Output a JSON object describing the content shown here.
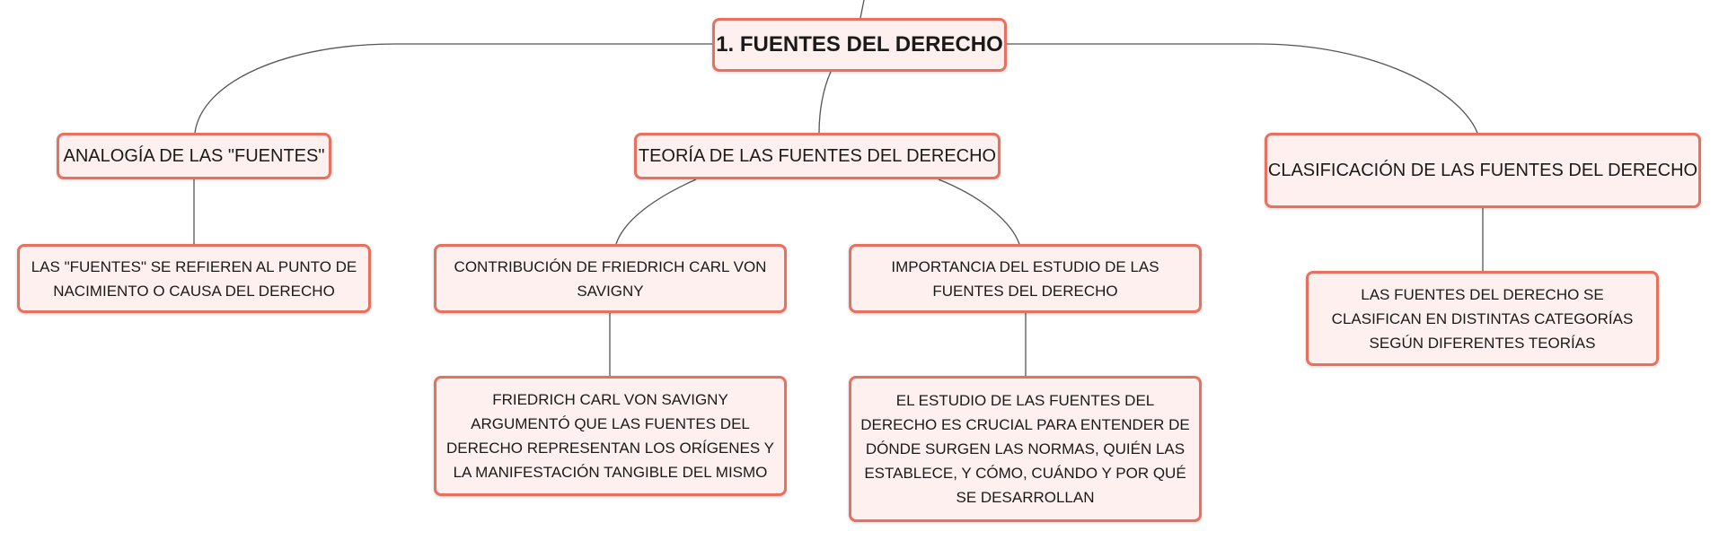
{
  "root": {
    "label": "1. FUENTES DEL DERECHO"
  },
  "branches": {
    "analogia": {
      "label": "ANALOGÍA DE LAS \"FUENTES\"",
      "detail": "LAS \"FUENTES\" SE REFIEREN AL PUNTO DE NACIMIENTO O CAUSA DEL DERECHO"
    },
    "teoria": {
      "label": "TEORÍA DE LAS FUENTES DEL DERECHO",
      "children": {
        "savigny": {
          "label": "CONTRIBUCIÓN DE FRIEDRICH CARL VON SAVIGNY",
          "detail": "FRIEDRICH CARL VON SAVIGNY ARGUMENTÓ QUE LAS FUENTES DEL DERECHO REPRESENTAN LOS ORÍGENES Y LA MANIFESTACIÓN TANGIBLE DEL MISMO"
        },
        "importancia": {
          "label": "IMPORTANCIA DEL ESTUDIO DE LAS FUENTES DEL DERECHO",
          "detail": "EL ESTUDIO DE LAS FUENTES DEL DERECHO ES CRUCIAL PARA ENTENDER DE DÓNDE SURGEN LAS NORMAS, QUIÉN LAS ESTABLECE, Y CÓMO, CUÁNDO Y POR QUÉ SE DESARROLLAN"
        }
      }
    },
    "clasificacion": {
      "label": "CLASIFICACIÓN DE LAS FUENTES DEL DERECHO",
      "detail": "LAS FUENTES DEL DERECHO SE CLASIFICAN EN DISTINTAS CATEGORÍAS SEGÚN DIFERENTES TEORÍAS"
    }
  },
  "colors": {
    "node_border": "#e8705e",
    "node_fill": "#fdf0ee",
    "connector": "#555555"
  }
}
